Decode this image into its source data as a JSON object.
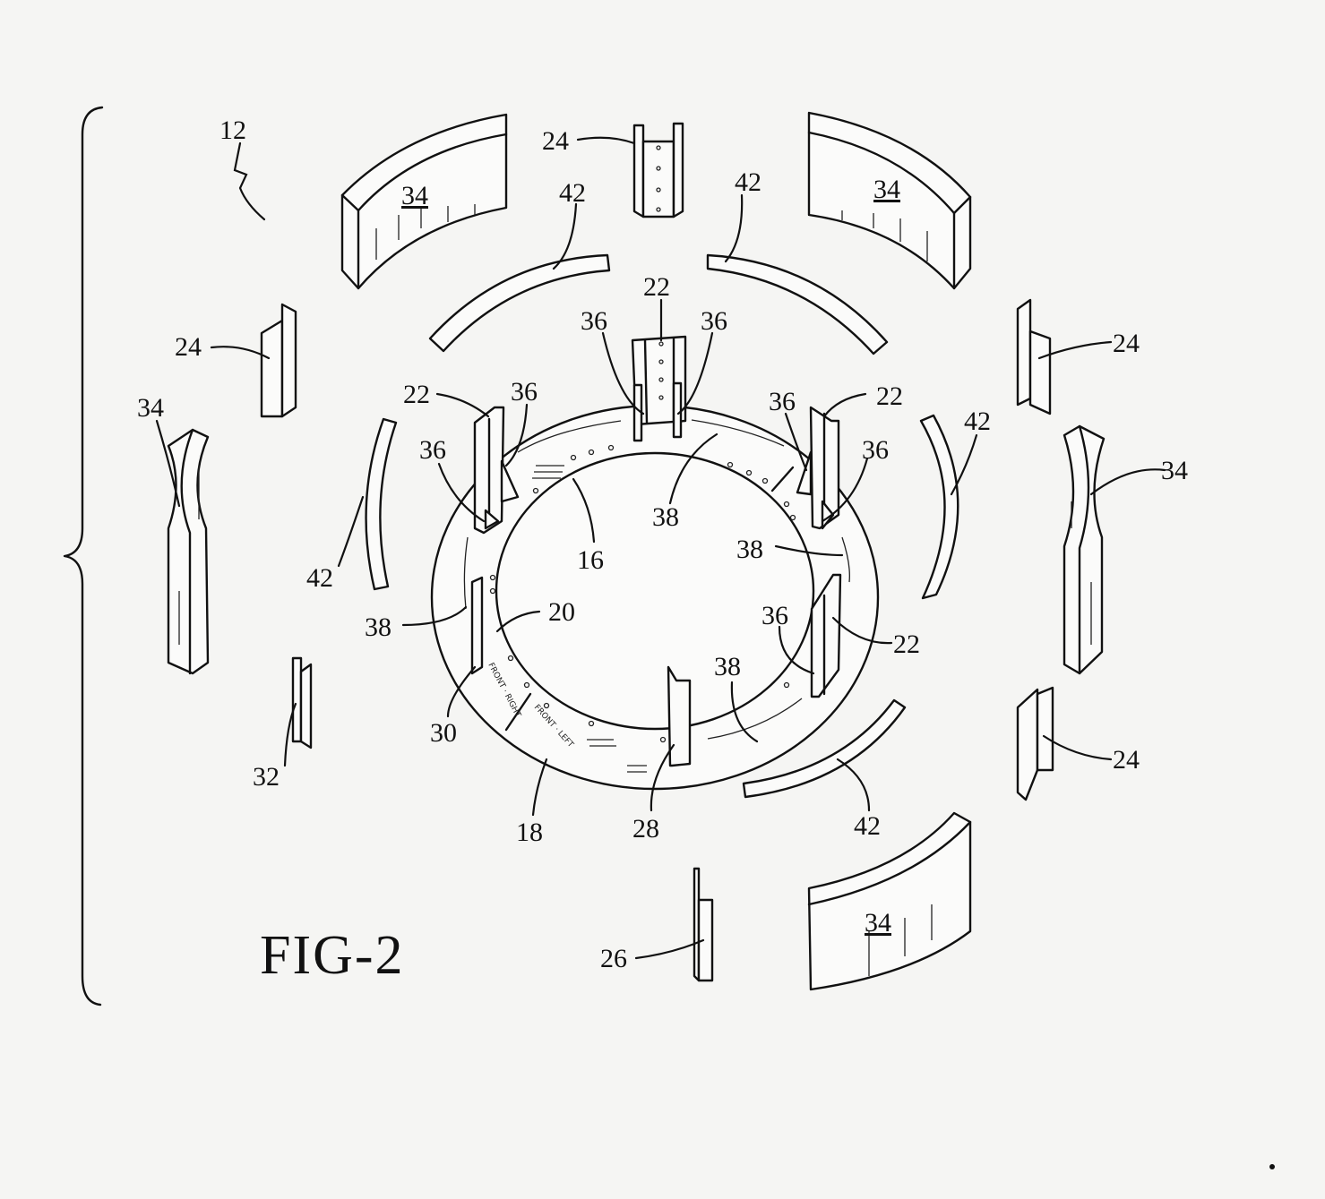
{
  "figure": {
    "title": "FIG-2",
    "refs": {
      "r12": "12",
      "r16": "16",
      "r18": "18",
      "r20": "20",
      "r22": "22",
      "r24": "24",
      "r26": "26",
      "r28": "28",
      "r30": "30",
      "r32": "32",
      "r34": "34",
      "r36": "36",
      "r38": "38",
      "r42": "42"
    },
    "ring_text": {
      "front_right": "FRONT · RIGHT",
      "front_left": "FRONT · LEFT"
    }
  }
}
